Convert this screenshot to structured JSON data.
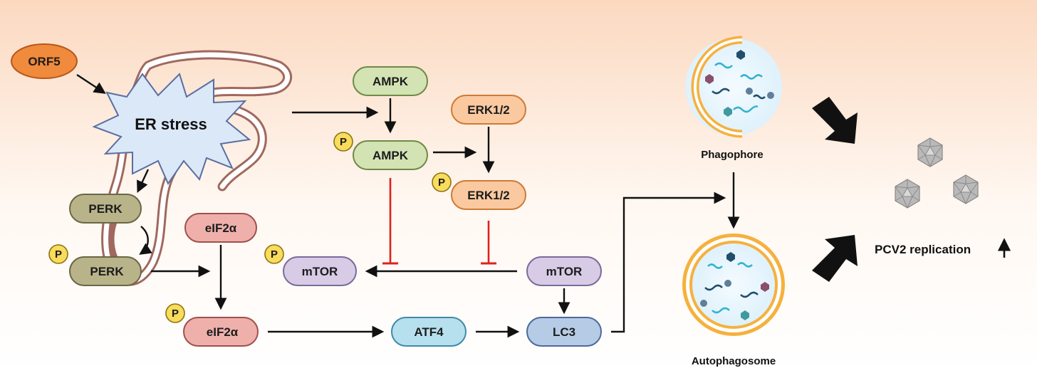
{
  "nodes": {
    "orf5": "ORF5",
    "er_stress": "ER stress",
    "perk": "PERK",
    "p_perk": "PERK",
    "eif2a": "eIF2α",
    "p_eif2a": "eIF2α",
    "ampk": "AMPK",
    "p_ampk": "AMPK",
    "erk": "ERK1/2",
    "p_erk": "ERK1/2",
    "p_mtor": "mTOR",
    "mtor": "mTOR",
    "atf4": "ATF4",
    "lc3": "LC3"
  },
  "phospho_label": "P",
  "labels": {
    "phagophore": "Phagophore",
    "autophagosome": "Autophagosome",
    "pcv2": "PCV2 replication"
  },
  "icons": [
    "up-arrow-icon",
    "virus-icon",
    "phagophore-icon",
    "autophagosome-icon",
    "er-membrane-icon",
    "stress-burst-icon"
  ],
  "colors": {
    "orange": "#f08a3c",
    "green": "#d3e3b4",
    "peach": "#fbc9a0",
    "olive": "#b9b38a",
    "pink": "#efb0ac",
    "purple": "#d7cbe6",
    "blue_light": "#b6e0ee",
    "blue": "#b6cbe6",
    "phospho": "#f9dc5c",
    "inhibit": "#e0201f",
    "vesicle": "#f5b13e"
  }
}
